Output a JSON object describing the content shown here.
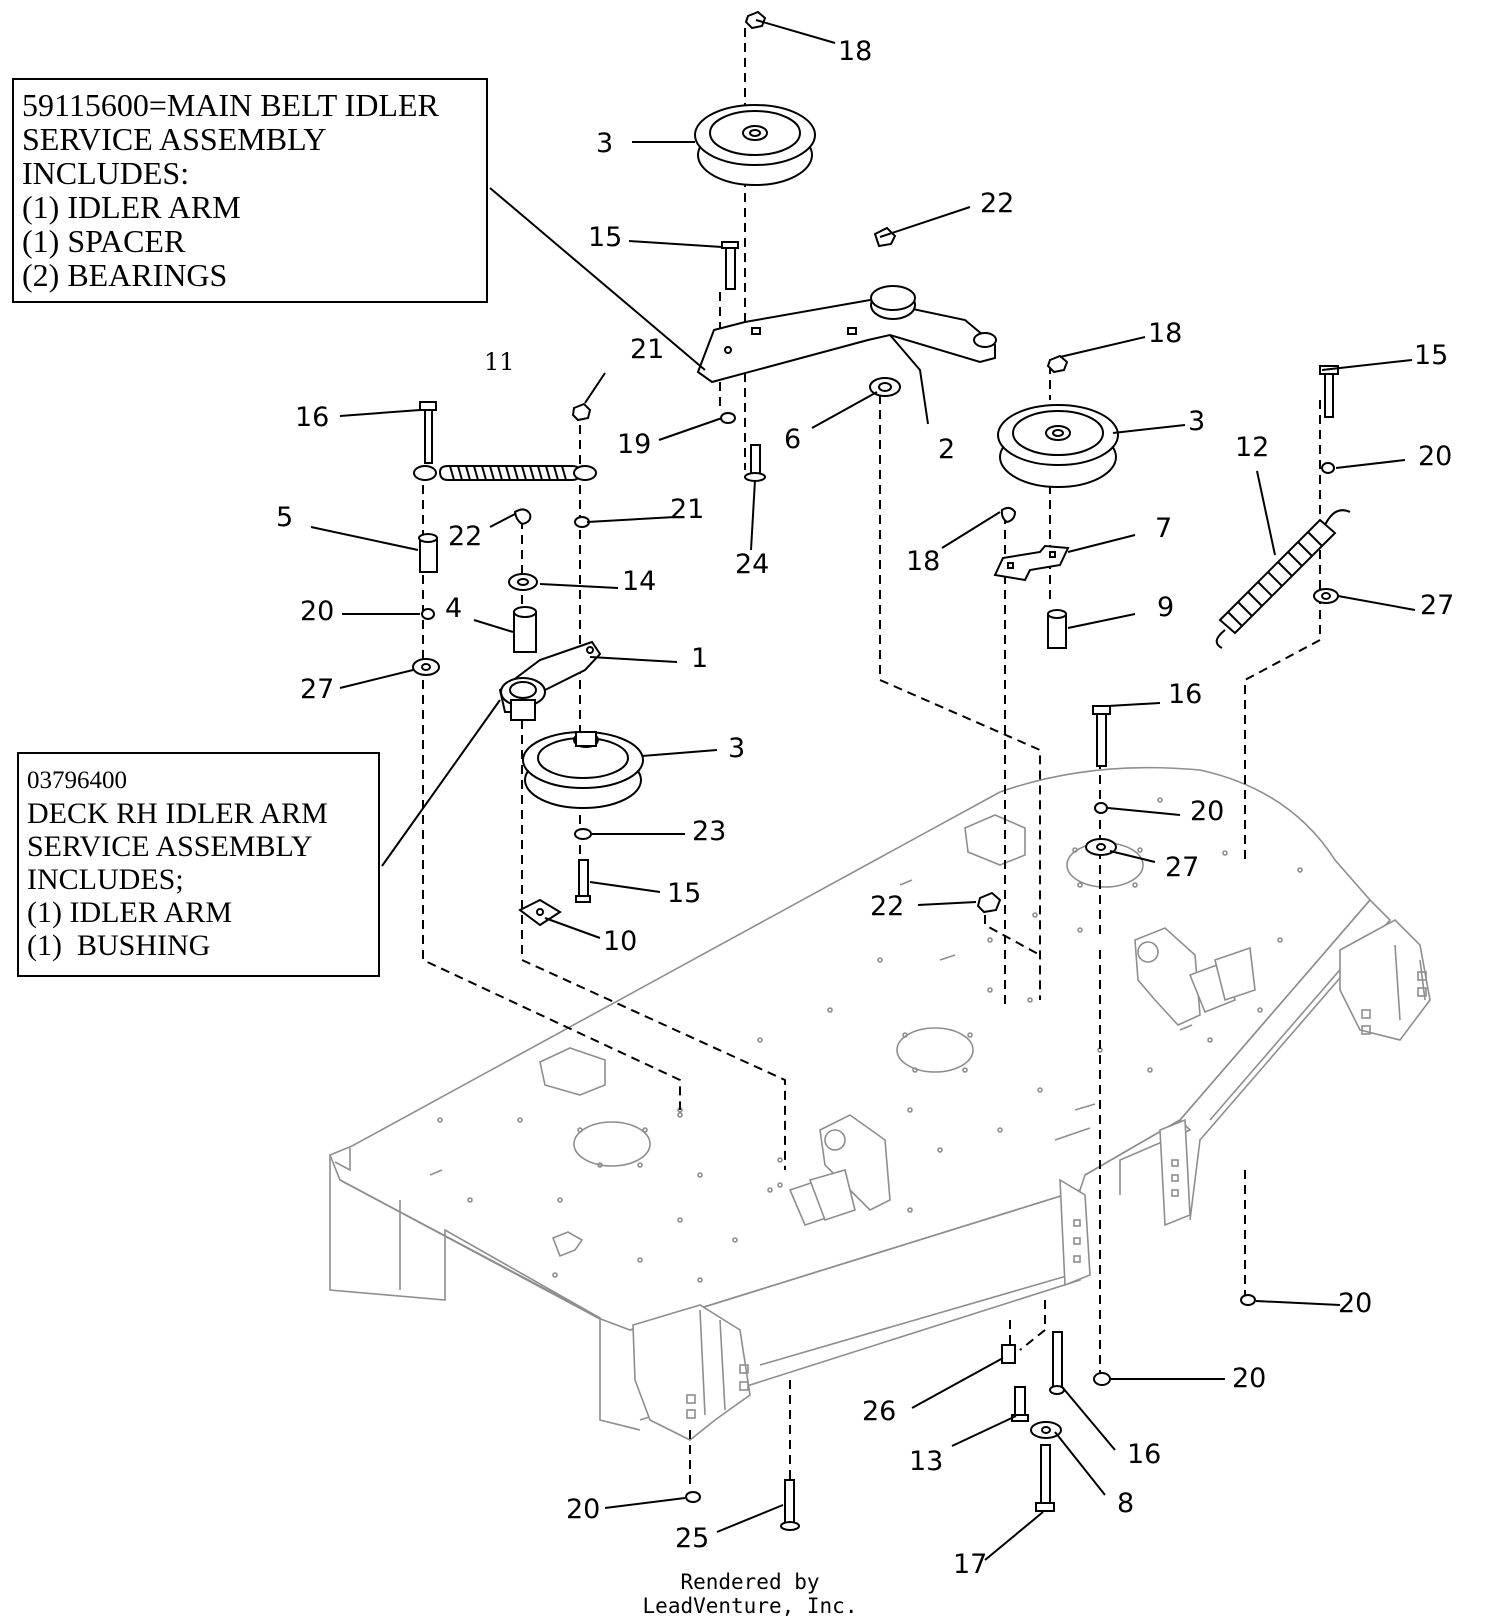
{
  "callouts": {
    "main_belt_idler": {
      "lines": [
        "59115600=MAIN BELT IDLER",
        "SERVICE ASSEMBLY",
        "INCLUDES:",
        "(1) IDLER ARM",
        "(1) SPACER",
        "(2) BEARINGS"
      ]
    },
    "deck_rh_idler": {
      "lines": [
        "03796400",
        "DECK RH IDLER ARM",
        "SERVICE ASSEMBLY",
        "INCLUDES;",
        "(1) IDLER ARM",
        "(1)  BUSHING"
      ]
    }
  },
  "labels": {
    "l18a": "18",
    "l3a": "3",
    "l22a": "22",
    "l15a": "15",
    "l18b": "18",
    "l15b": "15",
    "l21a": "21",
    "l11": "11",
    "l16a": "16",
    "l19": "19",
    "l6": "6",
    "l2": "2",
    "l3b": "3",
    "l12": "12",
    "l20a": "20",
    "l5": "5",
    "l22b": "22",
    "l21b": "21",
    "l24": "24",
    "l18c": "18",
    "l7": "7",
    "l14": "14",
    "l20b": "20",
    "l4": "4",
    "l9": "9",
    "l27a": "27",
    "l1": "1",
    "l27b": "27",
    "l16b": "16",
    "l3c": "3",
    "l20c": "20",
    "l23": "23",
    "l27c": "27",
    "l15c": "15",
    "l22c": "22",
    "l10": "10",
    "l20d": "20",
    "l20e": "20",
    "l26": "26",
    "l13": "13",
    "l16c": "16",
    "l8": "8",
    "l20f": "20",
    "l25": "25",
    "l17": "17"
  },
  "footer": "Rendered by LeadVenture, Inc."
}
